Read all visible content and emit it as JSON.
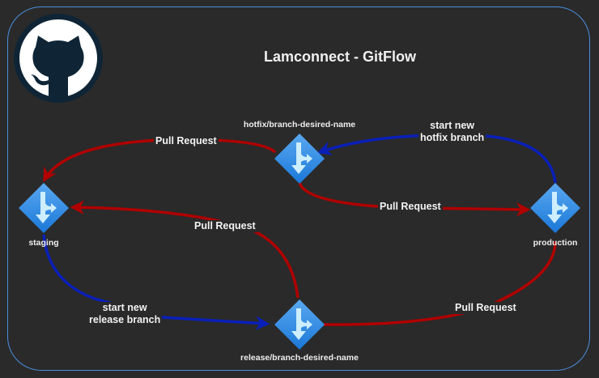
{
  "title": "Lamconnect - GitFlow",
  "logo": {
    "icon": "github-octocat-icon",
    "circle_color": "#0f2536",
    "fill_color": "#ffffff"
  },
  "colors": {
    "background": "#2a2a2a",
    "frame": "#4a8fe0",
    "pull_request": "#b00000",
    "start_branch": "#0a1fb8",
    "node_top": "#5aa8f0",
    "node_bottom": "#1a78d8"
  },
  "nodes": [
    {
      "id": "staging",
      "label": "staging",
      "icon": "branch-merge-icon"
    },
    {
      "id": "production",
      "label": "production",
      "icon": "branch-merge-icon"
    },
    {
      "id": "hotfix",
      "label": "hotfix/branch-desired-name",
      "icon": "branch-merge-icon"
    },
    {
      "id": "release",
      "label": "release/branch-desired-name",
      "icon": "branch-merge-icon"
    }
  ],
  "edges": [
    {
      "id": "hotfix-to-staging",
      "from": "hotfix",
      "to": "staging",
      "label": "Pull Request",
      "kind": "pull_request"
    },
    {
      "id": "hotfix-to-production",
      "from": "hotfix",
      "to": "production",
      "label": "Pull Request",
      "kind": "pull_request"
    },
    {
      "id": "production-to-hotfix",
      "from": "production",
      "to": "hotfix",
      "label": "start new\nhotfix branch",
      "kind": "start_branch"
    },
    {
      "id": "release-to-staging",
      "from": "release",
      "to": "staging",
      "label": "Pull Request",
      "kind": "pull_request"
    },
    {
      "id": "release-to-production",
      "from": "release",
      "to": "production",
      "label": "Pull Request",
      "kind": "pull_request"
    },
    {
      "id": "staging-to-release",
      "from": "staging",
      "to": "release",
      "label": "start new\nrelease branch",
      "kind": "start_branch"
    }
  ]
}
